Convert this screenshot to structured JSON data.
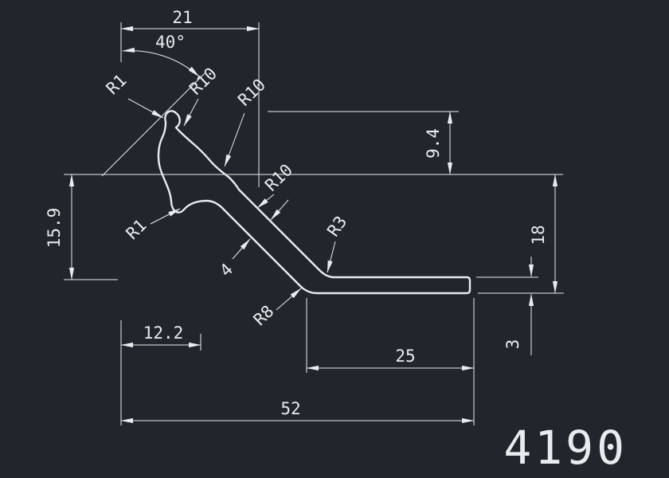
{
  "drawing": {
    "part_number": "4190",
    "colors": {
      "background": "#20262b",
      "line": "#e9ecee"
    },
    "dims": {
      "top_width": "21",
      "angle": "40°",
      "r1_top": "R1",
      "r10_top": "R10",
      "r10_mid": "R10",
      "r10_lower": "R10",
      "r1_left": "R1",
      "r3": "R3",
      "r8": "R8",
      "height_9_4": "9.4",
      "height_15_9": "15.9",
      "thickness_4": "4",
      "height_18": "18",
      "thickness_3": "3",
      "width_12_2": "12.2",
      "width_25": "25",
      "width_52": "52"
    }
  }
}
